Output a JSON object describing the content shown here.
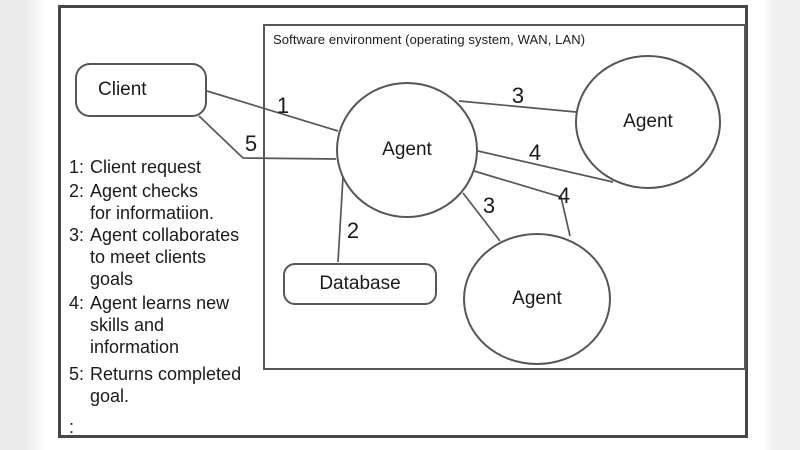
{
  "colors": {
    "ink": "#575757",
    "frame": "#474747",
    "background": "#ffffff",
    "margin_gray": "#ececec",
    "text": "#1b1b1b"
  },
  "env": {
    "label": "Software environment (operating system, WAN, LAN)"
  },
  "nodes": {
    "client": "Client",
    "agent_center": "Agent",
    "agent_right": "Agent",
    "agent_bottom": "Agent",
    "database": "Database"
  },
  "edges": {
    "client_request": "1",
    "agent_checks_database": "2",
    "collab_right": "3",
    "collab_bottom": "3",
    "learn_right": "4",
    "learn_bottom": "4",
    "return_goal": "5"
  },
  "legend": {
    "items": [
      {
        "num": "1:",
        "lines": [
          "Client request"
        ]
      },
      {
        "num": "2:",
        "lines": [
          "Agent checks",
          "for informatiion."
        ]
      },
      {
        "num": "3:",
        "lines": [
          "Agent collaborates",
          "to meet clients",
          "goals"
        ]
      },
      {
        "num": "4:",
        "lines": [
          "Agent learns new",
          "skills and",
          "information"
        ]
      },
      {
        "num": "5:",
        "lines": [
          "Returns completed",
          "goal."
        ]
      }
    ],
    "trailing_colon": ":"
  }
}
